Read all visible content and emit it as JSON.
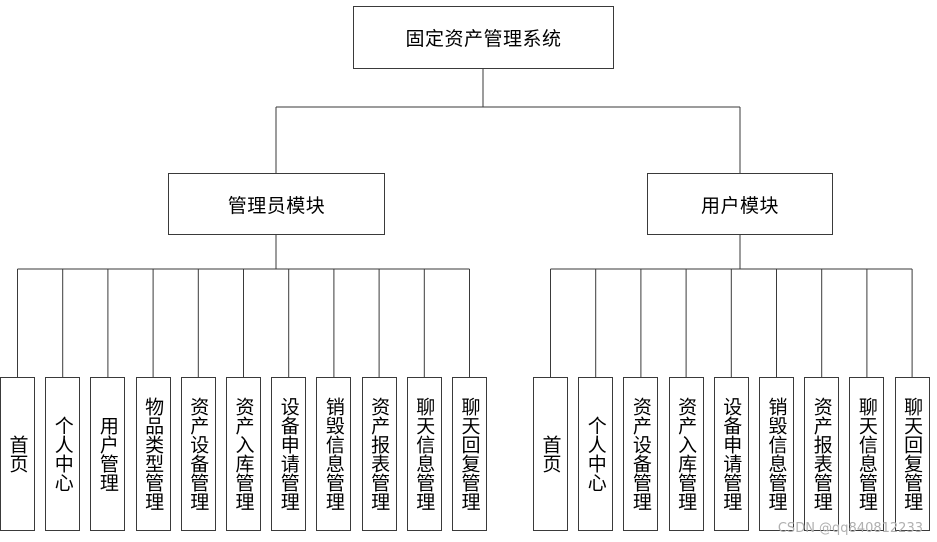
{
  "root": {
    "label": "固定资产管理系统"
  },
  "modules": [
    {
      "label": "管理员模块",
      "children": [
        "首页",
        "个人中心",
        "用户管理",
        "物品类型管理",
        "资产设备管理",
        "资产入库管理",
        "设备申请管理",
        "销毁信息管理",
        "资产报表管理",
        "聊天信息管理",
        "聊天回复管理"
      ]
    },
    {
      "label": "用户模块",
      "children": [
        "首页",
        "个人中心",
        "资产设备管理",
        "资产入库管理",
        "设备申请管理",
        "销毁信息管理",
        "资产报表管理",
        "聊天信息管理",
        "聊天回复管理"
      ]
    }
  ],
  "watermark": "CSDN @qq840812233"
}
